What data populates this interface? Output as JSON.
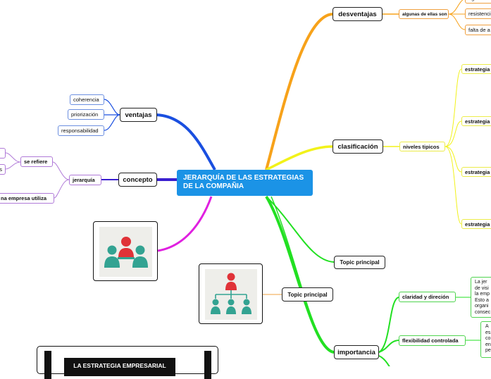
{
  "root": {
    "title": "JERARQUÍA DE LAS ESTRATEGIAS DE LA COMPAÑIA"
  },
  "left": {
    "ventajas": {
      "label": "ventajas",
      "items": [
        "coherencia",
        "priorización",
        "responsabilidad"
      ]
    },
    "concepto": {
      "label": "concepto",
      "jerarquia": "jerarquía",
      "se_refiere": "se refiere",
      "cut_item_1": "",
      "cut_item_2": "s",
      "empresa": "na empresa utiliza"
    }
  },
  "right": {
    "desventajas": {
      "label": "desventajas",
      "sub": "algunas de ellas son",
      "items": [
        "rigidez",
        "resistencia",
        "falta de a"
      ]
    },
    "clasificacion": {
      "label": "clasificación",
      "sub": "niveles tipicos",
      "items": [
        "estrategia",
        "estrategia",
        "estrategia",
        "estrategia"
      ]
    },
    "topic1": "Topic principal",
    "topic2": "Topic principal",
    "importancia": {
      "label": "importancia",
      "claridad": "claridad y direción",
      "claridad_text": "La jer de visi la emp Esto a organi consec",
      "flexibilidad": "flexibilidad controlada",
      "flexibilidad_text": "A es co en pe"
    }
  },
  "poster": {
    "title": "LA ESTRATEGIA EMPRESARIAL"
  },
  "colors": {
    "root": "#1b93e6",
    "ventajas": "#1a4fe0",
    "concepto": "#3a1fd0",
    "image_branch": "#e020e0",
    "desventajas": "#f7a21a",
    "clasificacion": "#f2f21a",
    "importancia": "#22e022",
    "topic_line": "#f5c080",
    "icon_red": "#e03238",
    "icon_teal": "#33a392"
  },
  "icons": [
    "meeting-people-icon",
    "org-chart-icon"
  ]
}
